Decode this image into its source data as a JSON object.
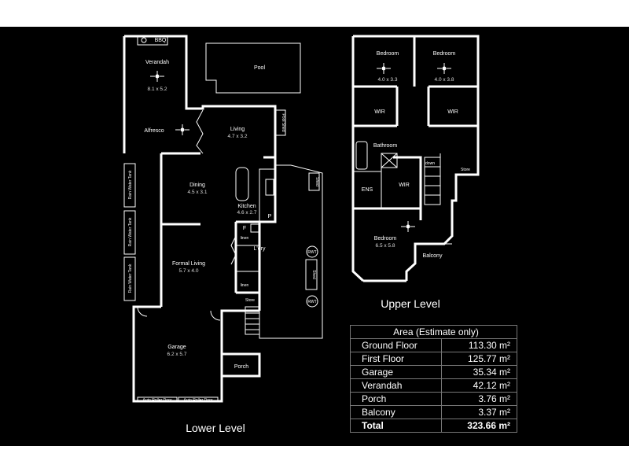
{
  "lower_level": {
    "title": "Lower Level",
    "rooms": {
      "bbq": "BBQ",
      "verandah": "Verandah",
      "verandah_dim": "8.1 x 5.2",
      "pool": "Pool",
      "pool_shed": "Pool Shed",
      "alfresco": "Alfresco",
      "living": "Living",
      "living_dim": "4.7 x 3.2",
      "dining": "Dining",
      "dining_dim": "4.5 x 3.1",
      "kitchen": "Kitchen",
      "kitchen_dim": "4.6 x 2.7",
      "formal_living": "Formal Living",
      "formal_living_dim": "5.7 x 4.0",
      "garage": "Garage",
      "garage_dim": "6.2 x 5.7",
      "laundry": "L'dry",
      "linen1": "linen",
      "linen2": "linen",
      "store": "Store",
      "porch": "Porch",
      "shed1": "Shed",
      "shed2": "Shed",
      "rwt1": "RWT",
      "rwt2": "RWT",
      "pantry": "P",
      "fridge": "F",
      "rain_tank_1": "Rain Water Tank",
      "rain_tank_2": "Rain Water Tank",
      "rain_tank_3": "Rain Water Tank",
      "roller_door_1": "Auto Roller Door",
      "roller_door_2": "Auto Roller Door"
    }
  },
  "upper_level": {
    "title": "Upper Level",
    "rooms": {
      "bedroom1": "Bedroom",
      "bedroom1_dim": "4.0 x 3.3",
      "bedroom2": "Bedroom",
      "bedroom2_dim": "4.0 x 3.8",
      "wir1": "WIR",
      "wir2": "WIR",
      "wir3": "WIR",
      "bathroom": "Bathroom",
      "ens": "ENS",
      "store": "Store",
      "master": "Bedroom",
      "master_dim": "6.5 x 5.8",
      "balcony": "Balcony",
      "down": "down"
    }
  },
  "area_table": {
    "title": "Area (Estimate only)",
    "rows": [
      {
        "label": "Ground Floor",
        "value": "113.30 m²"
      },
      {
        "label": "First Floor",
        "value": "125.77 m²"
      },
      {
        "label": "Garage",
        "value": "35.34 m²"
      },
      {
        "label": "Verandah",
        "value": "42.12 m²"
      },
      {
        "label": "Porch",
        "value": "3.76 m²"
      },
      {
        "label": "Balcony",
        "value": "3.37 m²"
      }
    ],
    "total": {
      "label": "Total",
      "value": "323.66 m²"
    }
  }
}
